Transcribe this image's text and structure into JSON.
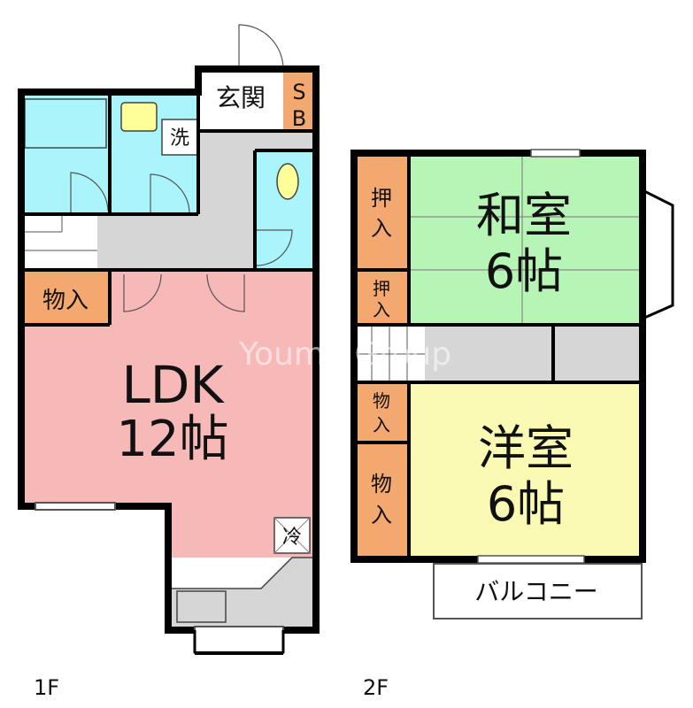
{
  "floor1": {
    "label": "1F",
    "genkan": "玄関",
    "sb": [
      "S",
      "B"
    ],
    "sentaku": "洗",
    "storage": "物入",
    "ldk_name": "LDK",
    "ldk_size": "12帖",
    "fridge": "冷"
  },
  "floor2": {
    "label": "2F",
    "washitsu_name": "和室",
    "washitsu_size": "6帖",
    "oshiire_1": [
      "押",
      "入"
    ],
    "oshiire_2": [
      "押",
      "入"
    ],
    "youshitsu_name": "洋室",
    "youshitsu_size": "6帖",
    "mono_1": [
      "物",
      "入"
    ],
    "mono_2": [
      "物",
      "入"
    ],
    "balcony": "バルコニー"
  },
  "watermark": "Youme Group",
  "colors": {
    "wall": "#000000",
    "wet_area": "#aaf5fb",
    "corridor": "#d6d6d6",
    "ldk": "#f7b8b8",
    "storage": "#f2a86e",
    "washitsu": "#b6f5b6",
    "youshitsu": "#fafab4"
  }
}
